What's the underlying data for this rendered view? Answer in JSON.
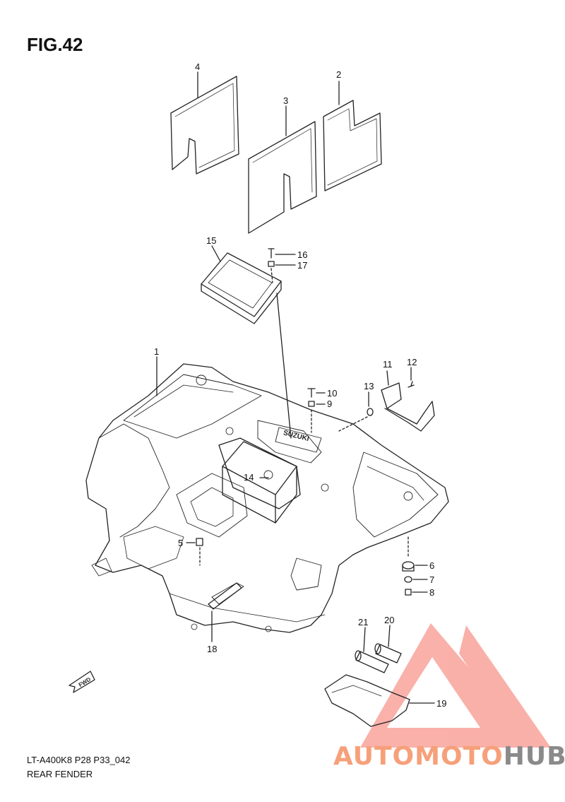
{
  "figure": {
    "title": "FIG.42"
  },
  "callouts": [
    {
      "id": "1",
      "label": "1"
    },
    {
      "id": "2",
      "label": "2"
    },
    {
      "id": "3",
      "label": "3"
    },
    {
      "id": "4",
      "label": "4"
    },
    {
      "id": "5",
      "label": "5"
    },
    {
      "id": "6",
      "label": "6"
    },
    {
      "id": "7",
      "label": "7"
    },
    {
      "id": "8",
      "label": "8"
    },
    {
      "id": "9",
      "label": "9"
    },
    {
      "id": "10",
      "label": "10"
    },
    {
      "id": "11",
      "label": "11"
    },
    {
      "id": "12",
      "label": "12"
    },
    {
      "id": "13",
      "label": "13"
    },
    {
      "id": "14",
      "label": "14"
    },
    {
      "id": "15",
      "label": "15"
    },
    {
      "id": "16",
      "label": "16"
    },
    {
      "id": "17",
      "label": "17"
    },
    {
      "id": "18",
      "label": "18"
    },
    {
      "id": "19",
      "label": "19"
    },
    {
      "id": "20",
      "label": "20"
    },
    {
      "id": "21",
      "label": "21"
    }
  ],
  "emblem_text": "SUZUKI",
  "fwd_marker": "FWD",
  "footer": {
    "model_code": "LT-A400K8 P28 P33_042",
    "part_group": "REAR FENDER"
  },
  "watermark": {
    "part_auto": "AUTO",
    "part_moto": "MOTO",
    "part_hub": "HUB",
    "color_primary": "#f6a07a",
    "color_secondary": "#8a8a8a",
    "triangle_color": "#f8a39b"
  }
}
